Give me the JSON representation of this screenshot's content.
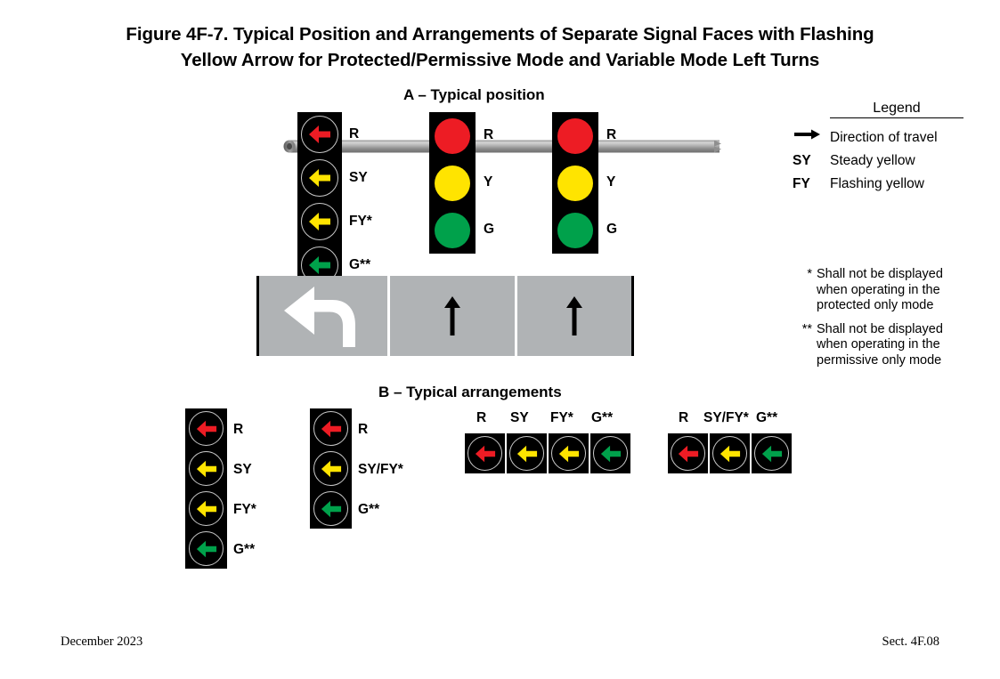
{
  "figure": {
    "title_line1": "Figure 4F-7.  Typical Position and Arrangements of Separate Signal Faces with Flashing",
    "title_line2": "Yellow Arrow for Protected/Permissive Mode and Variable Mode Left Turns"
  },
  "sections": {
    "a_heading": "A – Typical position",
    "b_heading": "B – Typical arrangements"
  },
  "colors": {
    "red": "#ED1C24",
    "yellow": "#FFE400",
    "green": "#00A14B",
    "housing": "#000000",
    "lens_ring": "#C9C9C9",
    "pavement": "#B0B3B5",
    "mast_arm": "#9A9A9A"
  },
  "position_a": {
    "left_turn_face": {
      "name": "left-turn-signal-face",
      "sections": [
        {
          "color": "red",
          "arrow": true,
          "label": "R"
        },
        {
          "color": "yellow",
          "arrow": true,
          "label": "SY"
        },
        {
          "color": "yellow",
          "arrow": true,
          "label": "FY*"
        },
        {
          "color": "green",
          "arrow": true,
          "label": "G**"
        }
      ]
    },
    "through_face_1": {
      "name": "through-signal-face-1",
      "sections": [
        {
          "color": "red",
          "arrow": false,
          "label": "R"
        },
        {
          "color": "yellow",
          "arrow": false,
          "label": "Y"
        },
        {
          "color": "green",
          "arrow": false,
          "label": "G"
        }
      ]
    },
    "through_face_2": {
      "name": "through-signal-face-2",
      "sections": [
        {
          "color": "red",
          "arrow": false,
          "label": "R"
        },
        {
          "color": "yellow",
          "arrow": false,
          "label": "Y"
        },
        {
          "color": "green",
          "arrow": false,
          "label": "G"
        }
      ]
    },
    "roadway": {
      "lanes": [
        {
          "name": "left-turn-lane",
          "marking": "left-turn-arrow"
        },
        {
          "name": "through-lane-1",
          "marking": "through-arrow"
        },
        {
          "name": "through-lane-2",
          "marking": "through-arrow"
        }
      ]
    }
  },
  "arrangements_b": {
    "vertical_4section": {
      "name": "vertical-four-section-face",
      "sections": [
        {
          "color": "red",
          "label": "R"
        },
        {
          "color": "yellow",
          "label": "SY"
        },
        {
          "color": "yellow",
          "label": "FY*"
        },
        {
          "color": "green",
          "label": "G**"
        }
      ]
    },
    "vertical_3section": {
      "name": "vertical-three-section-face",
      "sections": [
        {
          "color": "red",
          "label": "R"
        },
        {
          "color": "yellow",
          "label": "SY/FY*"
        },
        {
          "color": "green",
          "label": "G**"
        }
      ]
    },
    "horizontal_4section": {
      "name": "horizontal-four-section-face",
      "sections": [
        {
          "color": "red",
          "label": "R"
        },
        {
          "color": "yellow",
          "label": "SY"
        },
        {
          "color": "yellow",
          "label": "FY*"
        },
        {
          "color": "green",
          "label": "G**"
        }
      ]
    },
    "horizontal_3section": {
      "name": "horizontal-three-section-face",
      "sections": [
        {
          "color": "red",
          "label": "R"
        },
        {
          "color": "yellow",
          "label": "SY/FY*"
        },
        {
          "color": "green",
          "label": "G**"
        }
      ]
    }
  },
  "legend": {
    "title": "Legend",
    "rows": [
      {
        "key": "",
        "icon": "right-arrow-icon",
        "text": "Direction of travel"
      },
      {
        "key": "SY",
        "icon": "",
        "text": "Steady yellow"
      },
      {
        "key": "FY",
        "icon": "",
        "text": "Flashing yellow"
      }
    ]
  },
  "footnotes": [
    {
      "mark": "*",
      "lines": [
        "Shall not be displayed",
        "when operating in the",
        "protected only mode"
      ]
    },
    {
      "mark": "**",
      "lines": [
        "Shall not be displayed",
        "when operating in the",
        "permissive only mode"
      ]
    }
  ],
  "footer": {
    "left": "December 2023",
    "right": "Sect. 4F.08"
  }
}
